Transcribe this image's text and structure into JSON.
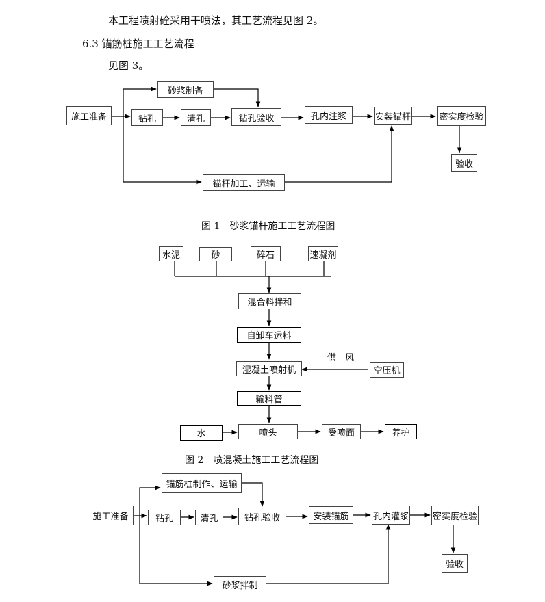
{
  "text": {
    "line1": "本工程喷射砼采用干喷法，其工艺流程见图 2。",
    "heading": "6.3 锚筋桩施工工艺流程",
    "see": "见图 3。"
  },
  "fig1": {
    "caption": "图 1　砂浆锚杆施工工艺流程图",
    "boxes": {
      "prep": "施工准备",
      "mortar": "砂浆制备",
      "drill": "钻孔",
      "clean": "清孔",
      "inspect": "钻孔验收",
      "grout": "孔内注浆",
      "install": "安装锚杆",
      "density": "密实度检验",
      "accept": "验收",
      "process": "锚杆加工、运输"
    }
  },
  "fig2": {
    "caption": "图 2　喷混凝土施工工艺流程图",
    "boxes": {
      "cement": "水泥",
      "sand": "砂",
      "gravel": "碎石",
      "accel": "速凝剂",
      "mix": "混合料拌和",
      "truck": "自卸车运料",
      "sprayer": "湿凝土喷射机",
      "compressor": "空压机",
      "hose": "输料管",
      "water": "水",
      "nozzle": "喷头",
      "surface": "受喷面",
      "cure": "养护"
    },
    "air_label": "供　风"
  },
  "fig3": {
    "boxes": {
      "prep": "施工准备",
      "make": "锚筋桩制作、运输",
      "drill": "钻孔",
      "clean": "清孔",
      "inspect": "钻孔验收",
      "install": "安装锚筋",
      "grout": "孔内灌浆",
      "density": "密实度检验",
      "accept": "验收",
      "mortar": "砂浆拌制"
    }
  }
}
